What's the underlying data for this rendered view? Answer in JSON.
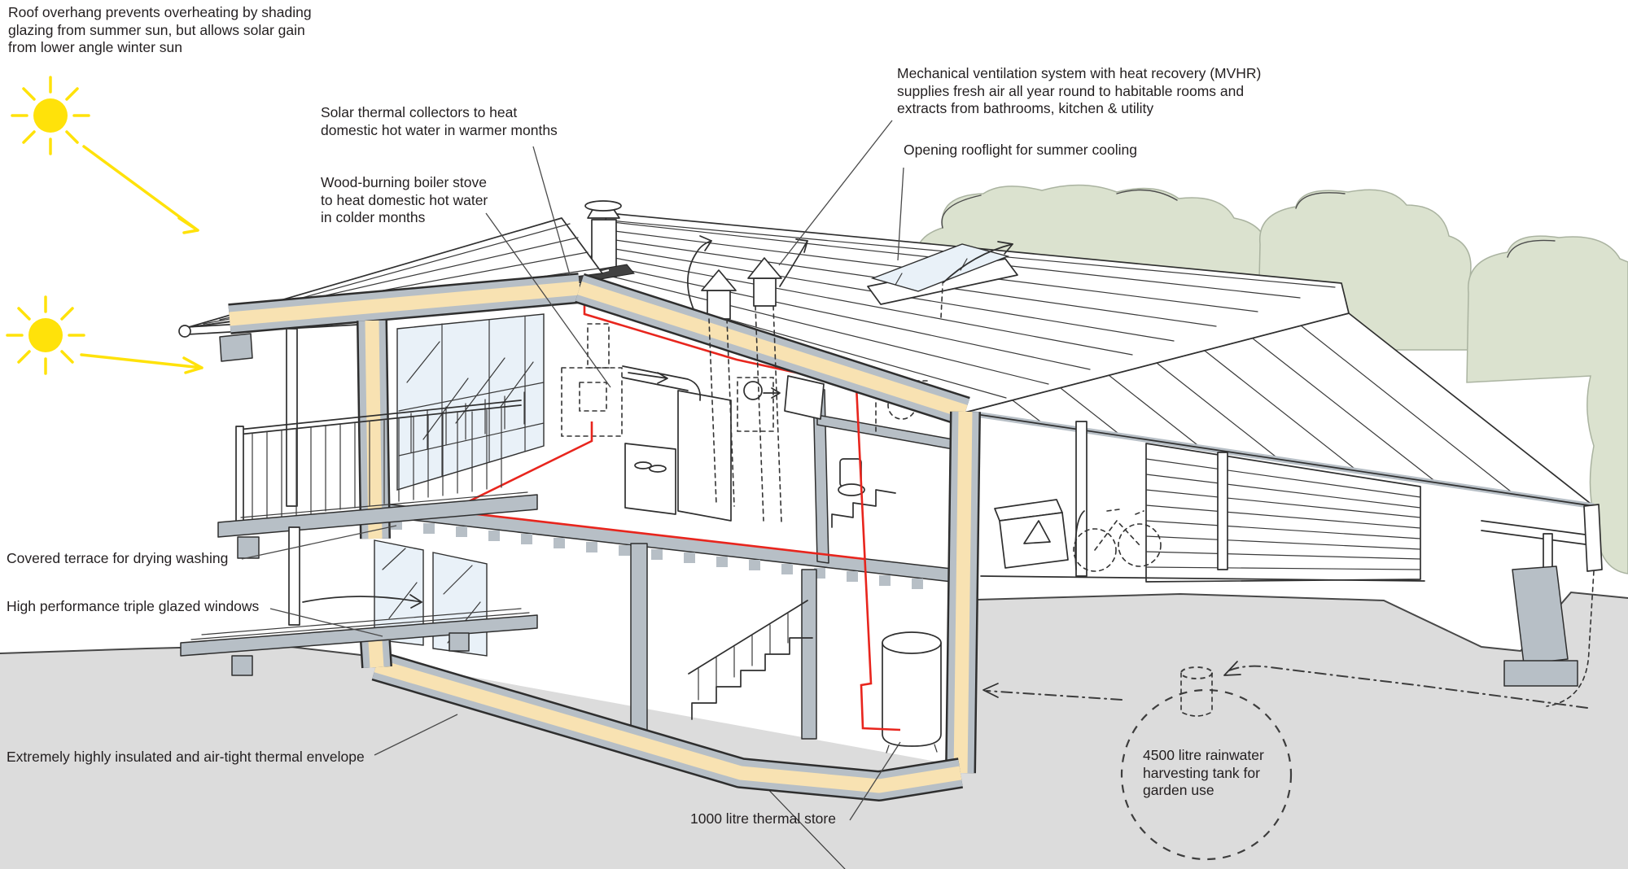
{
  "diagram": {
    "type": "architectural-section-annotated",
    "labels": {
      "roof_overhang": "Roof overhang prevents overheating by shading\nglazing from summer sun, but allows solar gain\nfrom lower angle winter sun",
      "solar_thermal": "Solar thermal collectors to heat\ndomestic hot water in warmer months",
      "wood_boiler": "Wood-burning boiler stove\nto heat domestic hot water\nin colder months",
      "mvhr": "Mechanical ventilation system with heat recovery (MVHR)\nsupplies fresh air all year round to habitable rooms and\nextracts from bathrooms, kitchen & utility",
      "rooflight": "Opening rooflight for summer cooling",
      "terrace": "Covered terrace for drying washing",
      "windows": "High performance triple glazed windows",
      "envelope": "Extremely highly insulated and air-tight thermal envelope",
      "thermal_store": "1000 litre thermal store",
      "rainwater": "4500 litre rainwater\nharvesting tank for\ngarden use"
    },
    "colors": {
      "insulation_envelope": "#f8e2b2",
      "structure_gray": "#b7bfc6",
      "ground": "#dcdcdc",
      "glazing": "#e9f1f8",
      "foliage": "#dbe2cf",
      "sun_yellow": "#ffe20a",
      "pipe_red": "#e8251d",
      "text": "#231f20"
    }
  }
}
